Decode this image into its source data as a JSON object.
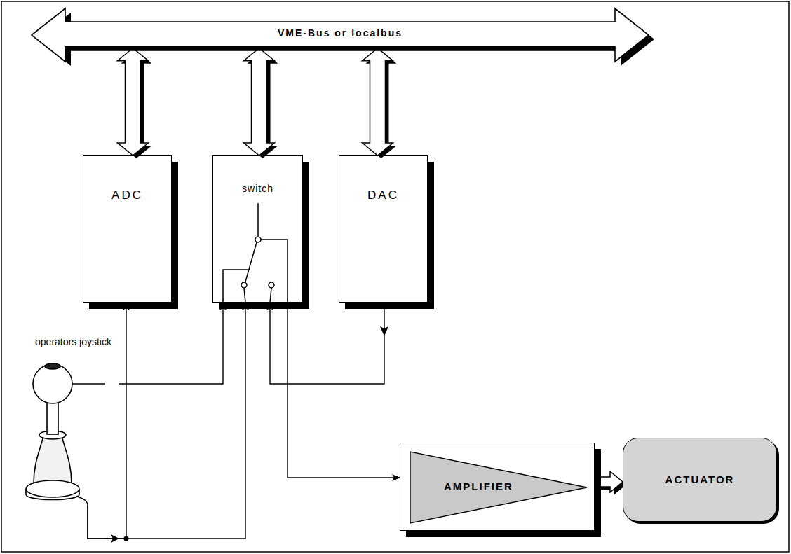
{
  "diagram": {
    "nodes": [
      {
        "text": [
          "VME-Bus or localbus"
        ]
      },
      {
        "text": [
          "ADC"
        ]
      },
      {
        "text": [
          "switch"
        ]
      },
      {
        "text": [
          "DAC"
        ]
      },
      {
        "text": [
          "operators joystick"
        ]
      },
      {
        "text": [
          "AMPLIFIER"
        ]
      },
      {
        "text": [
          "ACTUATOR"
        ]
      }
    ],
    "edges": [
      {
        "from": 0,
        "to": 1,
        "arrow": "both"
      },
      {
        "from": 0,
        "to": 2,
        "arrow": "both"
      },
      {
        "from": 0,
        "to": 3,
        "arrow": "both"
      },
      {
        "from": 4,
        "to": 1,
        "arrow": "to"
      },
      {
        "from": 4,
        "to": 2,
        "arrow": "to"
      },
      {
        "from": 4,
        "to": 2,
        "arrow": "to"
      },
      {
        "from": 3,
        "to": 2,
        "arrow": "to"
      },
      {
        "from": 2,
        "to": 5,
        "arrow": "to"
      },
      {
        "from": 5,
        "to": 6,
        "arrow": "to"
      }
    ]
  }
}
